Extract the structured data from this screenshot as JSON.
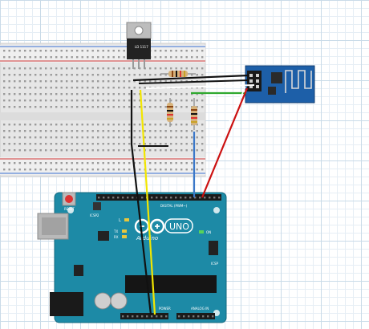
{
  "regulator": {
    "marking": "LD\n1117"
  },
  "arduino": {
    "logo_text": "Arduino",
    "model": "UNO",
    "reset_label": "RESET",
    "icsp2_label": "ICSP2",
    "digital_label": "DIGITAL (PWM~)",
    "analog_label": "ANALOG IN",
    "power_label": "POWER",
    "led_l": "L",
    "led_tx": "TX",
    "led_rx": "RX",
    "led_on": "ON",
    "icsp_label": "ICSP"
  },
  "colors": {
    "board": "#1d8aa6",
    "breadboard": "#e8e8e8",
    "esp_board": "#1d5fa8",
    "wire_black": "#111111",
    "wire_yellow": "#f2e600",
    "wire_red": "#cc1111",
    "wire_blue": "#3b78c9",
    "wire_green": "#2fa82f",
    "wire_white": "#ffffff"
  }
}
